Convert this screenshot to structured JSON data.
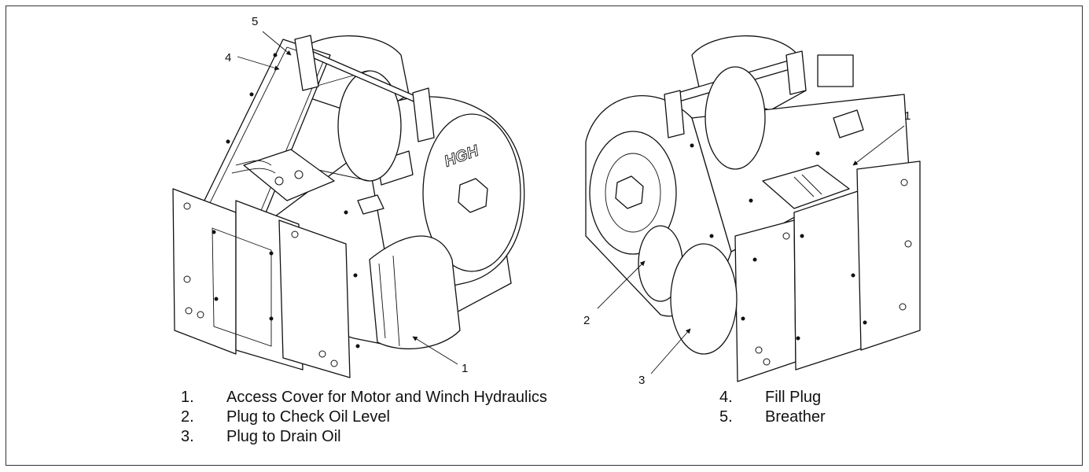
{
  "callouts": {
    "left": {
      "c1": "1",
      "c4": "4",
      "c5": "5"
    },
    "right": {
      "c1": "1",
      "c2": "2",
      "c3": "3"
    }
  },
  "brand_text": "HGH",
  "legend": {
    "col1": [
      {
        "num": "1.",
        "text": "Access Cover for Motor and Winch Hydraulics"
      },
      {
        "num": "2.",
        "text": "Plug to Check Oil Level"
      },
      {
        "num": "3.",
        "text": "Plug to Drain Oil"
      }
    ],
    "col2": [
      {
        "num": "4.",
        "text": "Fill Plug"
      },
      {
        "num": "5.",
        "text": "Breather"
      }
    ]
  }
}
